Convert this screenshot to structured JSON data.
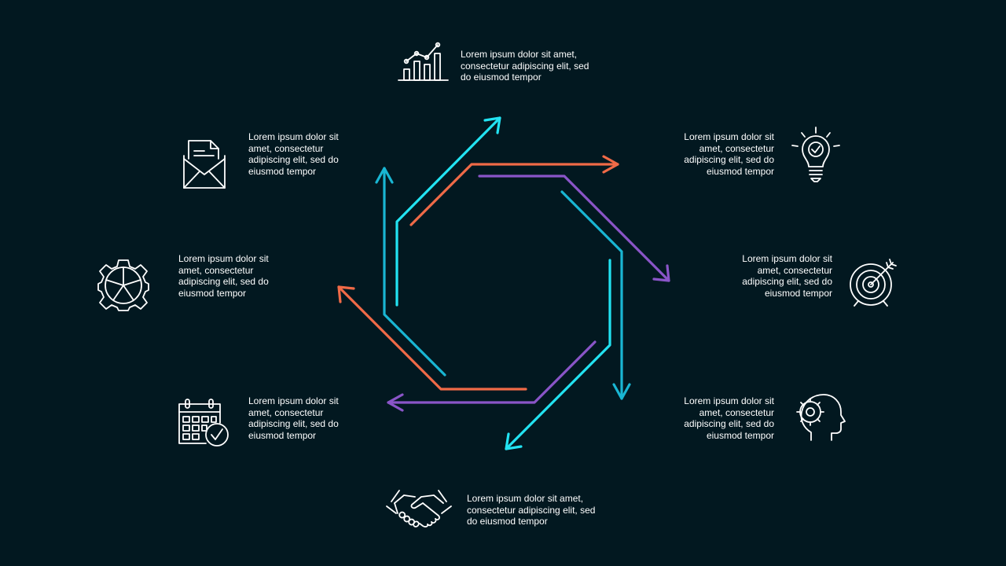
{
  "colors": {
    "background": "#021820",
    "cyan": "#22e3f2",
    "teal": "#19b6d3",
    "orange": "#f06a47",
    "purple": "#8a55c8",
    "icon": "#ffffff",
    "text": "#ffffff"
  },
  "items": [
    {
      "id": "top",
      "icon": "chart-icon",
      "text": "Lorem ipsum dolor  sit amet,\nconsectetur adipiscing elit, sed\ndo eiusmod tempor"
    },
    {
      "id": "top-right",
      "icon": "lightbulb-icon",
      "text": "Lorem ipsum dolor  sit\namet, consectetur\nadipiscing elit, sed do\neiusmod tempor"
    },
    {
      "id": "right",
      "icon": "target-icon",
      "text": "Lorem ipsum dolor  sit\namet, consectetur\nadipiscing elit, sed do\neiusmod tempor"
    },
    {
      "id": "bottom-right",
      "icon": "head-gear-icon",
      "text": "Lorem ipsum dolor  sit\namet, consectetur\nadipiscing elit, sed do\neiusmod tempor"
    },
    {
      "id": "bottom",
      "icon": "handshake-icon",
      "text": "Lorem ipsum dolor  sit amet,\nconsectetur adipiscing elit, sed\ndo eiusmod tempor"
    },
    {
      "id": "bottom-left",
      "icon": "calendar-check-icon",
      "text": "Lorem ipsum dolor  sit\namet, consectetur\nadipiscing elit, sed do\neiusmod tempor"
    },
    {
      "id": "left",
      "icon": "gear-icon",
      "text": "Lorem ipsum dolor  sit\namet, consectetur\nadipiscing elit, sed do\neiusmod tempor"
    },
    {
      "id": "top-left",
      "icon": "mail-document-icon",
      "text": "Lorem ipsum dolor  sit\namet, consectetur\nadipiscing elit, sed do\neiusmod tempor"
    }
  ]
}
